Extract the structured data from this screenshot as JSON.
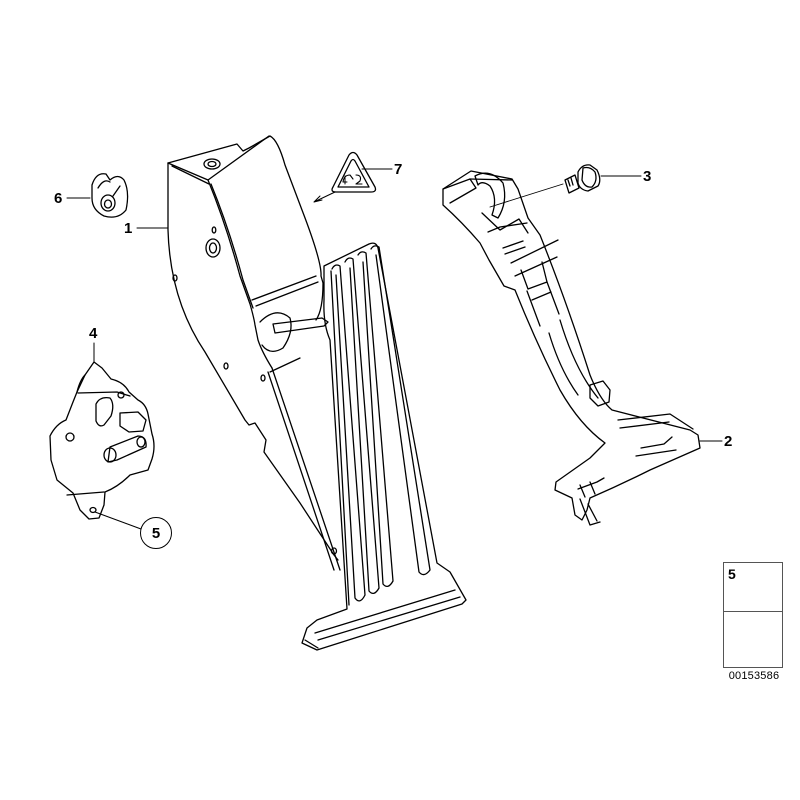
{
  "diagram": {
    "type": "exploded-parts-diagram",
    "subject": "accelerator pedal assembly",
    "diagram_id": "00153586",
    "colors": {
      "line": "#000000",
      "background": "#ffffff",
      "frame": "#555555"
    }
  },
  "callouts": [
    {
      "number": "1",
      "part": "pedal-bracket-housing"
    },
    {
      "number": "2",
      "part": "pedal-lever-carrier"
    },
    {
      "number": "3",
      "part": "hex-flange-bolt"
    },
    {
      "number": "4",
      "part": "pedal-module-holder"
    },
    {
      "number": "5",
      "part": "hex-flange-nut",
      "circled": true
    },
    {
      "number": "6",
      "part": "clip-nut"
    },
    {
      "number": "7",
      "part": "warning-label-triangle"
    }
  ],
  "legend": {
    "number": "5",
    "icon": "hex-nut-icon",
    "direction_icon": "arrow-icon"
  }
}
